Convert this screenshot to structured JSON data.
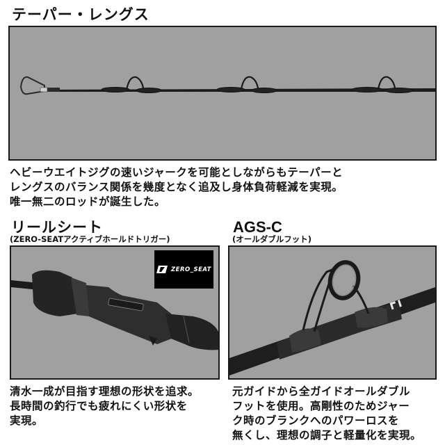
{
  "taper_section": {
    "title": "テーパー・レングス",
    "image_alt": "fishing-rod-full-taper",
    "description_lines": [
      "ヘビーウエイトジグの速いジャークを可能としながらもテーパーと",
      "レングスのバランス関係を幾度となく追及し身体負荷軽減を実現。",
      "唯一無二のロッドが誕生した。"
    ]
  },
  "reel_seat_section": {
    "title": "リールシート",
    "subtitle": "(ZERO-SEATアクティブホールドトリガー)",
    "logo_text": "ZERO_SEAT",
    "description_lines": [
      "清水一成が目指す理想の形状を追求。",
      "長時間の釣行でも疲れにくい形状を",
      "実現。"
    ]
  },
  "ags_section": {
    "title": "AGS-C",
    "subtitle": "(オールダブルフット)",
    "description_lines": [
      "元ガイドから全ガイドオールダブル",
      "フットを使用。高剛性のためジャー",
      "ク時のブランクへのパワーロスを",
      "無くし、理想の調子と軽量化を実現。"
    ]
  },
  "colors": {
    "panel_bg": "#a0a0a0",
    "panel_border": "#1a1a1a",
    "rod": "#1c1c1c",
    "text": "#111111"
  }
}
